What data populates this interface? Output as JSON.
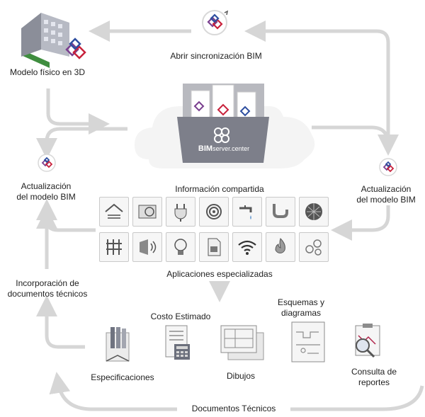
{
  "labels": {
    "abrir": "Abrir sincronización BIM",
    "modelo": "Modelo físico en 3D",
    "act_left_1": "Actualización",
    "act_left_2": "del modelo BIM",
    "act_right_1": "Actualización",
    "act_right_2": "del modelo BIM",
    "info": "Información compartida",
    "apps": "Aplicaciones especializadas",
    "incorp_1": "Incorporación de",
    "incorp_2": "documentos técnicos",
    "costo": "Costo Estimado",
    "esquemas_1": "Esquemas y",
    "esquemas_2": "diagramas",
    "especificaciones": "Especificaciones",
    "dibujos": "Dibujos",
    "consulta_1": "Consulta de",
    "consulta_2": "reportes",
    "documentos": "Documentos Técnicos"
  },
  "server": {
    "brand": "BIM",
    "brand_suffix": "server.center"
  },
  "colors": {
    "arrow": "#d6d6d6",
    "logo_purple": "#7a3f8f",
    "logo_red": "#c8213b",
    "logo_blue": "#2f4fa0",
    "folder": "#7d7f8a"
  },
  "apps": [
    "roof-icon",
    "hvac-icon",
    "plug-icon",
    "pipe-coil-icon",
    "faucet-icon",
    "drain-pipe-icon",
    "sphere-mesh-icon",
    "structure-icon",
    "acoustic-icon",
    "bulb-icon",
    "document-icon",
    "wifi-icon",
    "fire-icon",
    "nodes-icon"
  ]
}
